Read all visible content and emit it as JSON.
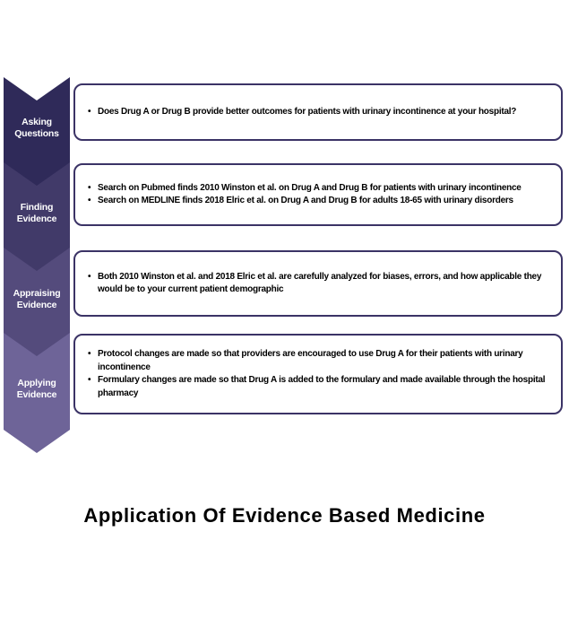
{
  "diagram": {
    "title": "Application Of Evidence Based Medicine",
    "box_border_color": "#3b3366",
    "steps": [
      {
        "label": "Asking\nQuestions",
        "color": "#2f2a59",
        "bullets": [
          "Does Drug A or Drug B provide better outcomes for patients with urinary incontinence at your hospital?"
        ]
      },
      {
        "label": "Finding\nEvidence",
        "color": "#413a69",
        "bullets": [
          "Search on Pubmed finds 2010 Winston et al. on Drug A and Drug B for patients with urinary incontinence",
          "Search on MEDLINE finds 2018 Elric et al. on Drug A and Drug B for adults 18-65 with urinary disorders"
        ]
      },
      {
        "label": "Appraising\nEvidence",
        "color": "#544b7c",
        "bullets": [
          "Both 2010 Winston et al. and 2018 Elric et al. are carefully analyzed for biases, errors, and how applicable they would be to your current patient demographic"
        ]
      },
      {
        "label": "Applying\nEvidence",
        "color": "#6e6498",
        "bullets": [
          "Protocol changes are made so that providers are encouraged to use Drug A for their patients with urinary incontinence",
          "Formulary changes are made so that Drug A is added to the formulary and made available through the hospital pharmacy"
        ]
      }
    ]
  }
}
